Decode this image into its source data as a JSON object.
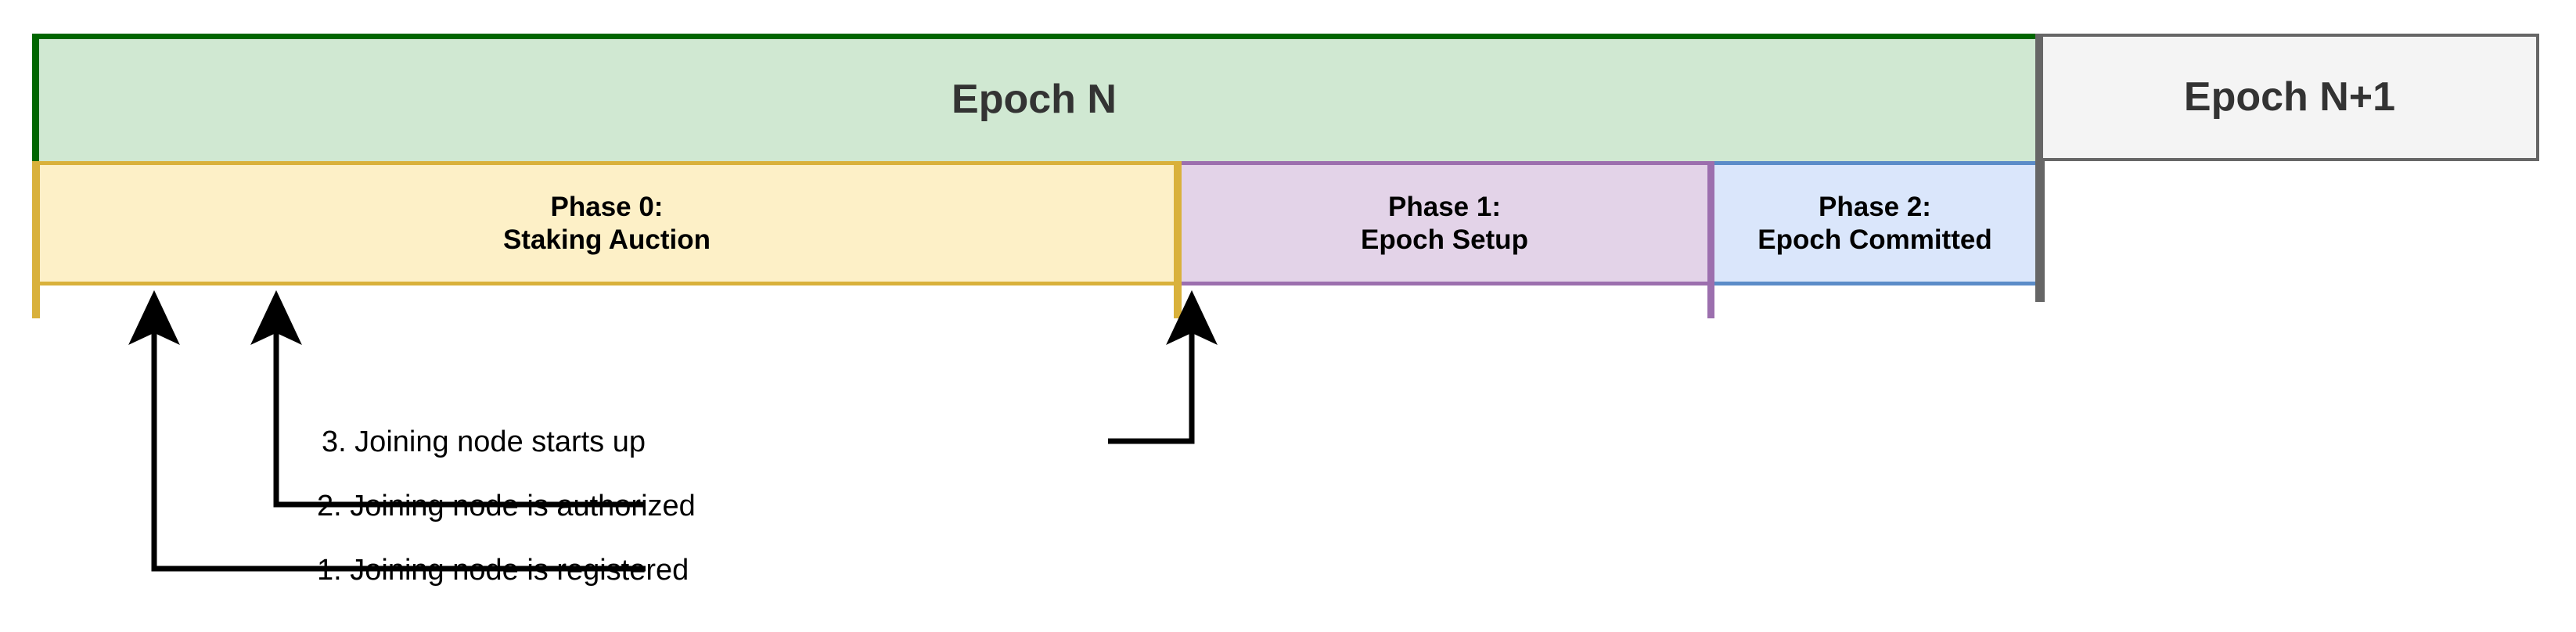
{
  "diagram": {
    "title": "Node joining timeline across epoch phases",
    "epochs": [
      {
        "id": "epoch-n",
        "label": "Epoch N",
        "fill": "#d0e8d2",
        "stroke": "#006600"
      },
      {
        "id": "epoch-n1",
        "label": "Epoch N+1",
        "fill": "#f4f4f4",
        "stroke": "#666666"
      }
    ],
    "phases": [
      {
        "id": "phase-0",
        "line1": "Phase 0:",
        "line2": "Staking Auction",
        "fill": "#fdf0c7",
        "stroke": "#d9b13b"
      },
      {
        "id": "phase-1",
        "line1": "Phase 1:",
        "line2": "Epoch Setup",
        "fill": "#e3d3e8",
        "stroke": "#9c6fae"
      },
      {
        "id": "phase-2",
        "line1": "Phase 2:",
        "line2": "Epoch Committed",
        "fill": "#dae6fb",
        "stroke": "#5b8cc8"
      }
    ],
    "events": [
      {
        "n": "1",
        "label": "1. Joining node is registered"
      },
      {
        "n": "2",
        "label": "2. Joining node is authorized"
      },
      {
        "n": "3",
        "label": "3. Joining node starts up"
      }
    ],
    "colors": {
      "epoch_n_fill": "#d0e8d2",
      "epoch_n_stroke": "#006600",
      "epoch_n1_fill": "#f4f4f4",
      "epoch_n1_stroke": "#666666",
      "phase0_fill": "#fdf0c7",
      "phase0_stroke": "#d9b13b",
      "phase1_fill": "#e3d3e8",
      "phase1_stroke": "#9c6fae",
      "phase2_fill": "#dae6fb",
      "phase2_stroke": "#5b8cc8",
      "annotation_line": "#000000",
      "epoch_text": "#333333",
      "phase_text": "#000000"
    }
  }
}
